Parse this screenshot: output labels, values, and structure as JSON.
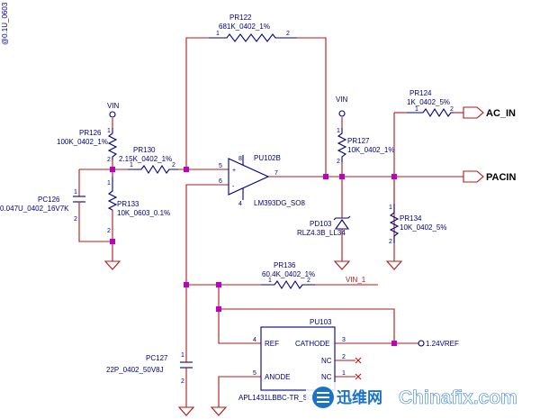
{
  "corner_text": "@0.1U_0603",
  "components": {
    "pr122": {
      "ref": "PR122",
      "value": "681K_0402_1%",
      "pin1": "1",
      "pin2": "2"
    },
    "pr126": {
      "ref": "PR126",
      "value": "100K_0402_1%",
      "pin1": "1",
      "pin2": "2"
    },
    "pr130": {
      "ref": "PR130",
      "value": "2.15K_0402_1%",
      "pin1": "1",
      "pin2": "2"
    },
    "pc126": {
      "ref": "PC126",
      "value": "0.047U_0402_16V7K",
      "pin1": "1",
      "pin2": "2"
    },
    "pr133": {
      "ref": "PR133",
      "value": "10K_0603_0.1%",
      "pin1": "1",
      "pin2": "2"
    },
    "pu102b": {
      "ref": "PU102B",
      "value": "LM393DG_SO8",
      "pin5": "5",
      "pin6": "6",
      "pin7": "7",
      "pin8": "8",
      "pin4": "4"
    },
    "pr127": {
      "ref": "PR127",
      "value": "10K_0402_1%",
      "pin1": "1",
      "pin2": "2"
    },
    "pd103": {
      "ref": "PD103",
      "value": "RLZ4.3B_LL34"
    },
    "pr124": {
      "ref": "PR124",
      "value": "1K_0402_5%",
      "pin1": "1",
      "pin2": "2"
    },
    "pr134": {
      "ref": "PR134",
      "value": "10K_0402_5%",
      "pin1": "1",
      "pin2": "2"
    },
    "pr136": {
      "ref": "PR136",
      "value": "60.4K_0402_1%",
      "pin1": "1",
      "pin2": "2"
    },
    "pc127": {
      "ref": "PC127",
      "value": "22P_0402_50V8J",
      "pin1": "1",
      "pin2": "2"
    },
    "pu103": {
      "ref": "PU103",
      "value": "APL1431LBBC-TR_SOT23-5",
      "pin_ref": "REF",
      "pin_cathode": "CATHODE",
      "pin_nc_a": "NC",
      "pin_nc_b": "NC",
      "pin_anode": "ANODE",
      "num_ref": "4",
      "num_cathode": "3",
      "num_nc_a": "2",
      "num_nc_b": "1",
      "num_anode": "5"
    }
  },
  "nets": {
    "vin_left": "VIN",
    "vin_right": "VIN",
    "vin_1": "VIN_1",
    "ac_in": "AC_IN",
    "pacin": "PACIN",
    "vref": "1.24VREF"
  },
  "watermark": {
    "cn": "迅维网",
    "en": "Chinafix.com"
  }
}
